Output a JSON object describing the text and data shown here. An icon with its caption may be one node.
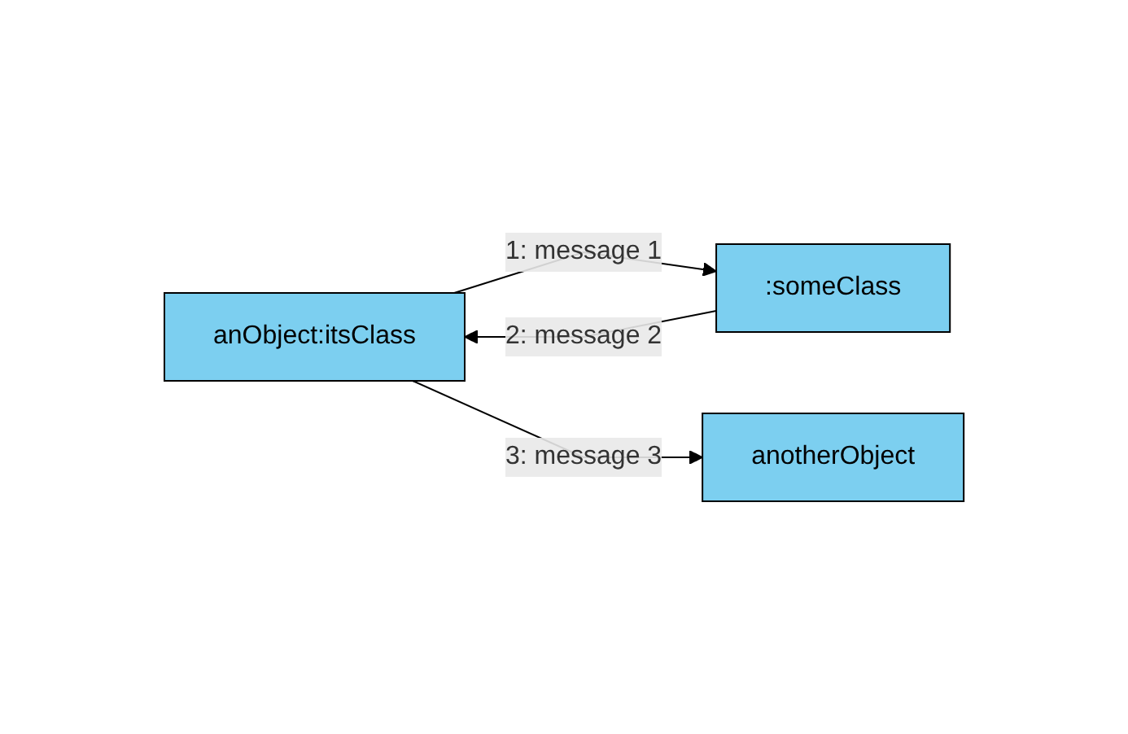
{
  "diagram": {
    "nodes": [
      {
        "text": [
          "anObject:itsClass"
        ]
      },
      {
        "text": [
          ":someClass"
        ]
      },
      {
        "text": [
          "anotherObject"
        ]
      }
    ],
    "edges": [
      {
        "from": 0,
        "to": 1,
        "arrow": "to",
        "label": "1: message 1"
      },
      {
        "from": 1,
        "to": 0,
        "arrow": "to",
        "label": "2: message 2"
      },
      {
        "from": 0,
        "to": 2,
        "arrow": "to",
        "label": "3: message 3"
      }
    ]
  }
}
